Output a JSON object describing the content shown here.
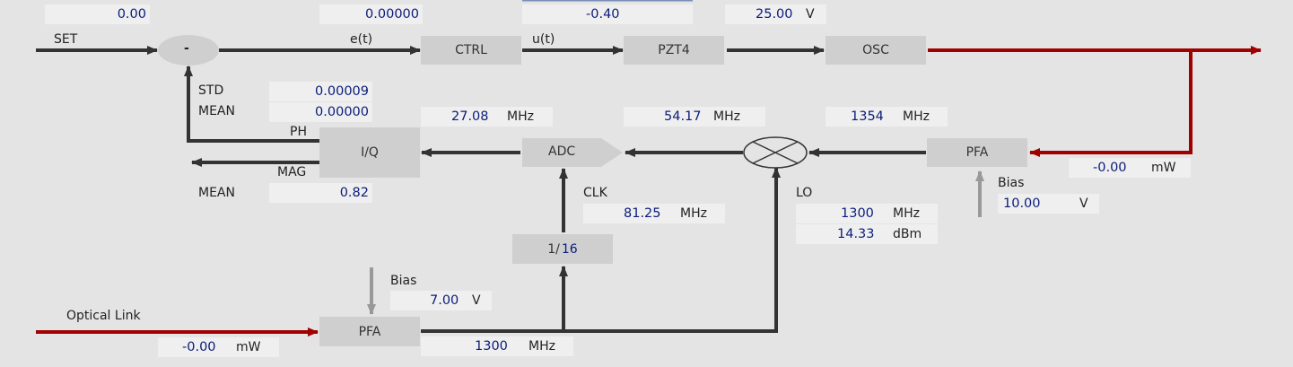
{
  "top_row": {
    "set_value": "0.00",
    "error_value": "0.00000",
    "ctrl_output": "-0.40",
    "pzt_voltage": "25.00",
    "pzt_voltage_unit": "V"
  },
  "labels": {
    "set": "SET",
    "summer": "-",
    "error": "e(t)",
    "control": "u(t)",
    "std": "STD",
    "mean": "MEAN",
    "ph": "PH",
    "mag": "MAG",
    "mag_mean": "MEAN",
    "clk": "CLK",
    "lo": "LO",
    "bias_top": "Bias",
    "bias_bottom": "Bias",
    "optical_link": "Optical Link"
  },
  "blocks": {
    "ctrl": "CTRL",
    "pzt": "PZT4",
    "osc": "OSC",
    "iq": "I/Q",
    "adc": "ADC",
    "pfa_top": "PFA",
    "pfa_bottom": "PFA",
    "divider_prefix": "1/",
    "divider_value": "16"
  },
  "stats": {
    "std": "0.00009",
    "mean": "0.00000",
    "mag_mean": "0.82"
  },
  "frequencies": {
    "iq_freq": "27.08",
    "adc_freq": "54.17",
    "rf_freq": "1354",
    "clk_freq": "81.25",
    "lo_freq": "1300",
    "ref_freq": "1300",
    "unit": "MHz"
  },
  "powers": {
    "pfa_top_power": "-0.00",
    "lo_power": "14.33",
    "optical_power": "-0.00",
    "unit_mw": "mW",
    "unit_dbm": "dBm"
  },
  "bias": {
    "top_bias": "10.00",
    "bottom_bias": "7.00",
    "unit": "V"
  },
  "colors": {
    "wire": "#333333",
    "rf_wire": "#a00000",
    "bias_arrow": "#999999",
    "value_text": "#0b1c7a",
    "block_fill": "#cfcfcf"
  }
}
